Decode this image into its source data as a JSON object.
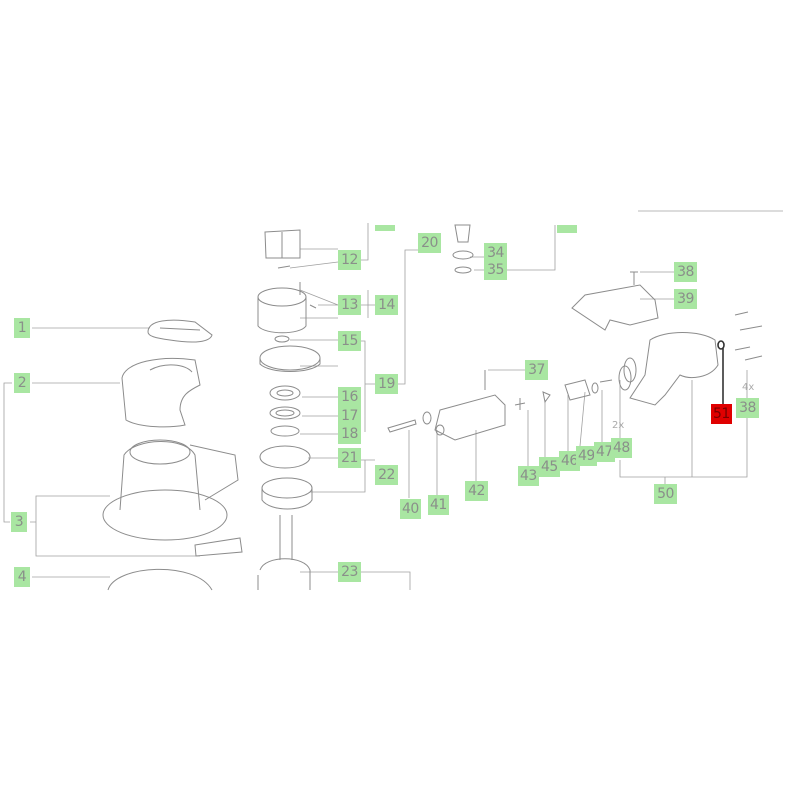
{
  "diagram": {
    "type": "exploded-parts-diagram",
    "labels": [
      "1",
      "2",
      "3",
      "4",
      "12",
      "13",
      "14",
      "15",
      "16",
      "17",
      "18",
      "19",
      "20",
      "21",
      "22",
      "23",
      "34",
      "35",
      "37",
      "38",
      "39",
      "40",
      "41",
      "42",
      "43",
      "45",
      "46",
      "49",
      "47",
      "48",
      "50",
      "51",
      "38"
    ],
    "highlighted_label": "51",
    "quantity_notes": [
      "4x",
      "2x"
    ],
    "colors": {
      "label_bg": "#a9e6a2",
      "highlight_bg": "#e00000",
      "line": "#a0a0a0"
    }
  }
}
